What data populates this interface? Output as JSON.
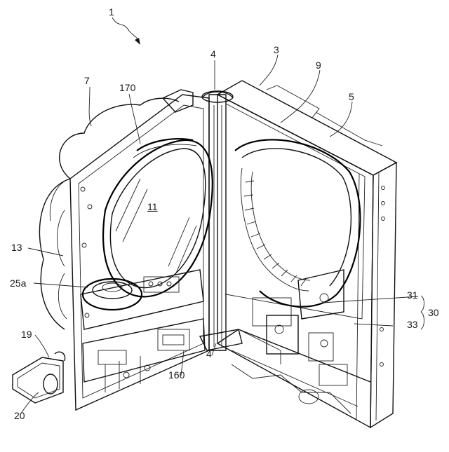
{
  "figure": {
    "labels": {
      "assembly": "1",
      "top_hinge": "4",
      "frame_top": "3",
      "reel_ring": "9",
      "body": "5",
      "outer_frame": "7",
      "ring_170": "170",
      "glass": "11",
      "cable_bundle": "13",
      "dish": "25a",
      "part_31": "31",
      "group_30": "30",
      "part_33": "33",
      "part_19": "19",
      "tray": "20",
      "part_160": "160",
      "bottom_hinge": "4"
    }
  }
}
